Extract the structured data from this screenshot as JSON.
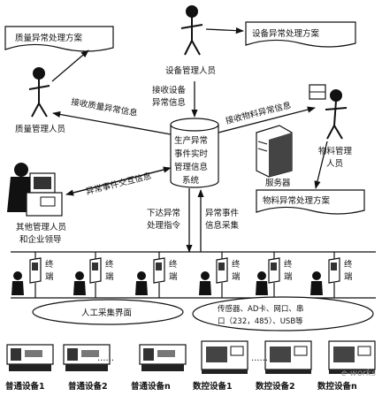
{
  "docs": {
    "quality_plan": "质量异常处理方案",
    "equipment_plan": "设备异常处理方案",
    "material_plan": "物料异常处理方案"
  },
  "people": {
    "equipment_manager": "设备管理人员",
    "quality_manager": "质量管理人员",
    "material_manager_line1": "物料管理",
    "material_manager_line2": "人员",
    "others_line1": "其他管理人员",
    "others_line2": "和企业领导"
  },
  "central_system": [
    "生产异常",
    "事件实时",
    "管理信息",
    "系统"
  ],
  "server_label": "服务器",
  "arrows": {
    "receive_equipment_line1": "接收设备",
    "receive_equipment_line2": "异常信息",
    "receive_quality": "接收质量异常信息",
    "receive_material": "接收物料异常信息",
    "event_interaction": "异常事件交互信息",
    "issue_line1": "下达异常",
    "issue_line2": "处理指令",
    "collect_line1": "异常事件",
    "collect_line2": "信息采集"
  },
  "terminal_label": [
    "终",
    "端"
  ],
  "manual_interface": "人工采集界面",
  "sensor_interface_line1": "传感器、AD卡、网口、串",
  "sensor_interface_line2": "口（232，485）、USB等",
  "devices": [
    "普通设备1",
    "普通设备2",
    "普通设备n",
    "数控设备1",
    "数控设备2",
    "数控设备n"
  ],
  "ellipsis": "……",
  "watermark": "e-works"
}
